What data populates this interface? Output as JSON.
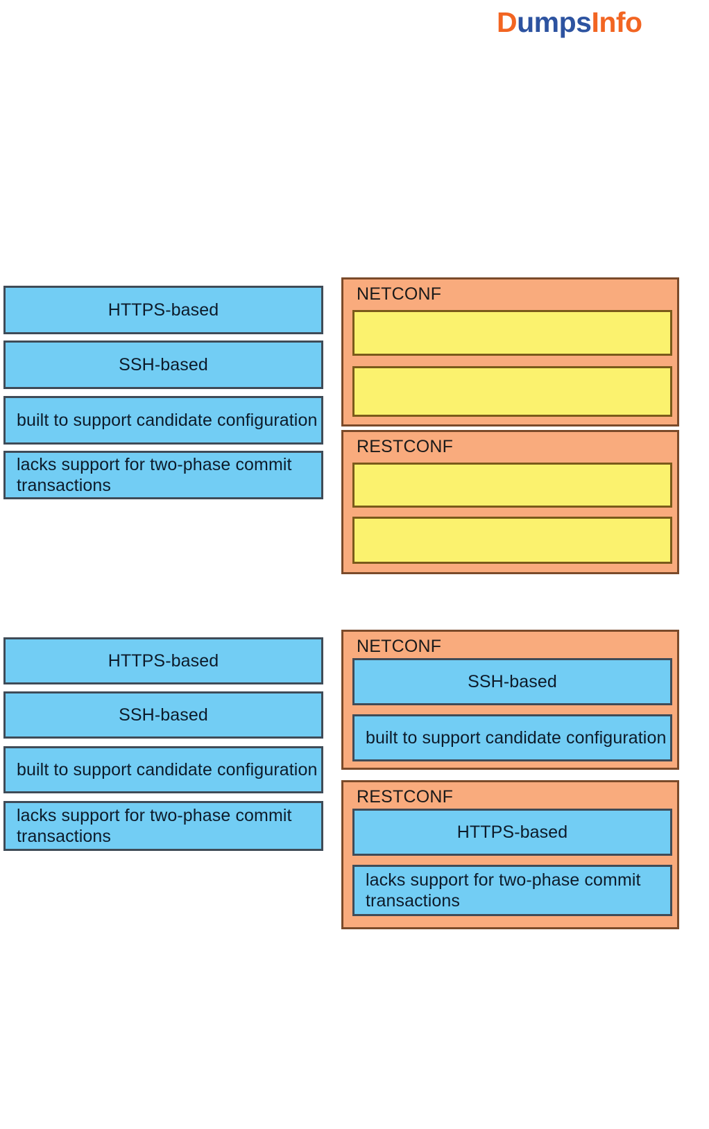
{
  "logo": {
    "name": "dumpsinfo-logo",
    "d_letter": "D",
    "blue_part": "umps",
    "orange_part": "Info",
    "colors": {
      "blue": "#2d53a0",
      "orange": "#f26522"
    }
  },
  "colors": {
    "source_chip_fill": "#72cdf4",
    "source_chip_border": "#3f4b57",
    "target_group_fill": "#f9ab7d",
    "target_group_border": "#7a4a2a",
    "empty_slot_fill": "#fbf26e",
    "empty_slot_border": "#7a5a1a",
    "page_background": "#ffffff"
  },
  "question_panel": {
    "name": "unanswered-drag-drop-question",
    "source_items": [
      {
        "label": "HTTPS-based",
        "align": "center"
      },
      {
        "label": "SSH-based",
        "align": "center"
      },
      {
        "label": "built to support candidate configuration",
        "align": "left"
      },
      {
        "label": "lacks support for two-phase commit transactions",
        "align": "left"
      }
    ],
    "targets": [
      {
        "title": "NETCONF",
        "slots": [
          {
            "label": "",
            "filled": false
          },
          {
            "label": "",
            "filled": false
          }
        ]
      },
      {
        "title": "RESTCONF",
        "slots": [
          {
            "label": "",
            "filled": false
          },
          {
            "label": "",
            "filled": false
          }
        ]
      }
    ]
  },
  "answer_panel": {
    "name": "answered-drag-drop-question",
    "source_items": [
      {
        "label": "HTTPS-based",
        "align": "center"
      },
      {
        "label": "SSH-based",
        "align": "center"
      },
      {
        "label": "built to support candidate configuration",
        "align": "left"
      },
      {
        "label": "lacks support for two-phase commit transactions",
        "align": "left"
      }
    ],
    "targets": [
      {
        "title": "NETCONF",
        "slots": [
          {
            "label": "SSH-based",
            "filled": true,
            "align": "center"
          },
          {
            "label": "built to support candidate configuration",
            "filled": true,
            "align": "left"
          }
        ]
      },
      {
        "title": "RESTCONF",
        "slots": [
          {
            "label": "HTTPS-based",
            "filled": true,
            "align": "center"
          },
          {
            "label": "lacks support for two-phase commit transactions",
            "filled": true,
            "align": "left"
          }
        ]
      }
    ]
  }
}
